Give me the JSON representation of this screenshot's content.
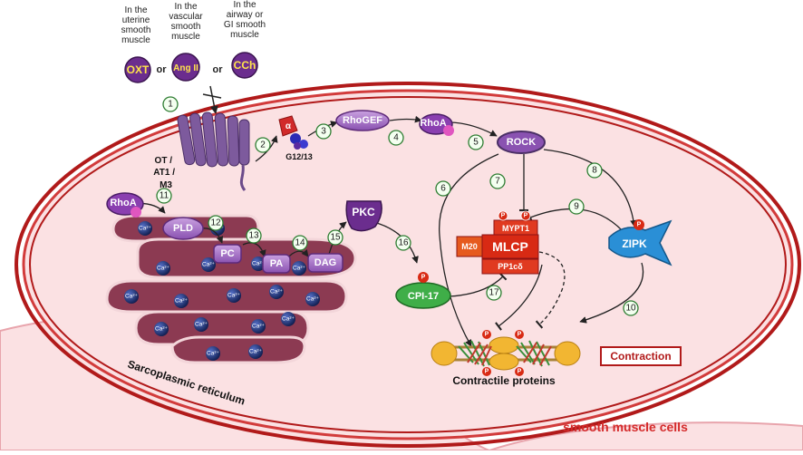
{
  "context_labels": {
    "uterine": [
      "In the",
      "uterine",
      "smooth",
      "muscle"
    ],
    "vascular": [
      "In the",
      "vascular",
      "smooth",
      "muscle"
    ],
    "airway": [
      "In the",
      "airway or",
      "GI smooth",
      "muscle"
    ]
  },
  "ligands": {
    "oxt": "OXT",
    "ang2": "Ang II",
    "cch": "CCh",
    "or1": "or",
    "or2": "or"
  },
  "receptor_label": [
    "OT /",
    "AT1 /",
    "M3"
  ],
  "g_protein": {
    "alpha": "α",
    "subunit": "G12/13"
  },
  "nodes": {
    "rhogef": "RhoGEF",
    "rhoa_membrane": "RhoA",
    "rock": "ROCK",
    "rhoa_cytosol": "RhoA",
    "pld": "PLD",
    "pc": "PC",
    "pa": "PA",
    "dag": "DAG",
    "pkc": "PKC",
    "cpi17": "CPI-17",
    "zipk": "ZIPK",
    "mypt1": "MYPT1",
    "m20": "M20",
    "mlcp": "MLCP",
    "pp1c": "PP1cδ"
  },
  "phospho_mark": "P",
  "steps": [
    "1",
    "2",
    "3",
    "4",
    "5",
    "6",
    "7",
    "8",
    "9",
    "10",
    "11",
    "12",
    "13",
    "14",
    "15",
    "16",
    "17"
  ],
  "calcium": "Ca²⁺",
  "sr_label": "Sarcoplasmic reticulum",
  "contractile_label": "Contractile proteins",
  "contraction_label": "Contraction",
  "cell_label": "smooth muscle cells",
  "colors": {
    "purple": "#9b59b6",
    "dark_purple": "#5e2a7a",
    "membrane_red": "#b11a1a",
    "cytoplasm": "#fbe1e3",
    "sr": "#8c3a52",
    "calcium_blue": "#1b2f74",
    "green": "#3fae48",
    "zipk_blue": "#2a8fd6",
    "mlcp_red": "#d82a14"
  }
}
